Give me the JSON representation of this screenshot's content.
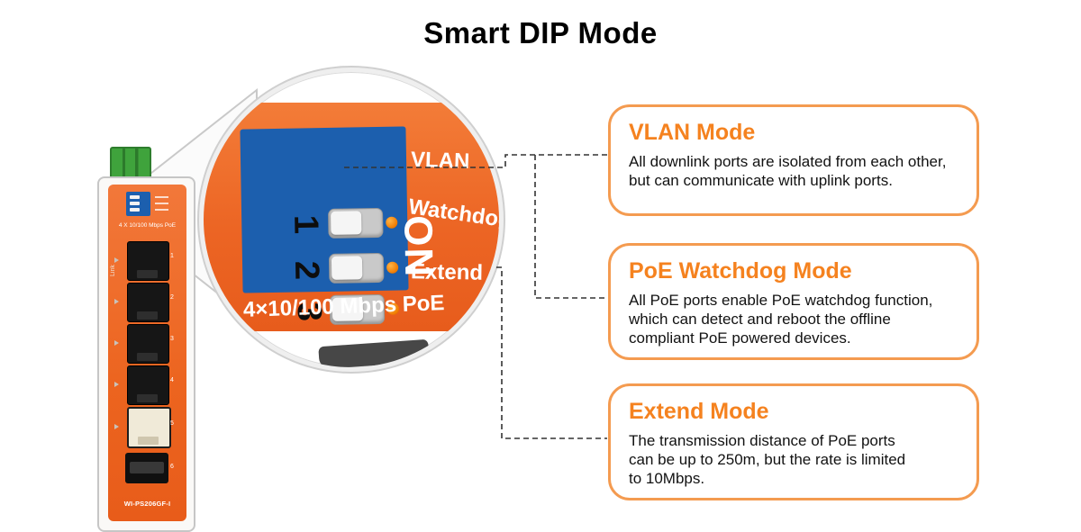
{
  "page": {
    "title": "Smart DIP Mode"
  },
  "device": {
    "model": "WI-PS206GF-I",
    "poe_label": "4 X 10/100 Mbps PoE",
    "link_label": "Link",
    "ports": [
      "1",
      "2",
      "3",
      "4",
      "5",
      "6"
    ]
  },
  "magnifier": {
    "on_label": "ON",
    "switches": [
      {
        "number": "1",
        "label": "VLAN"
      },
      {
        "number": "2",
        "label": "Watchdog"
      },
      {
        "number": "3",
        "label": "Extend"
      }
    ],
    "caption": "4×10/100 Mbps PoE"
  },
  "callouts": [
    {
      "title": "VLAN Mode",
      "lines": [
        "All downlink ports are isolated from each other,",
        "but can communicate with uplink ports."
      ]
    },
    {
      "title": "PoE Watchdog Mode",
      "lines": [
        "All PoE ports enable PoE watchdog function,",
        "which can detect and reboot the offline",
        "compliant PoE powered devices."
      ]
    },
    {
      "title": "Extend Mode",
      "lines": [
        "The transmission distance of PoE ports",
        "can be up to 250m, but the rate is limited",
        "to 10Mbps."
      ]
    }
  ],
  "colors": {
    "panel_orange": "#ec6524",
    "dip_blue": "#1c5fae",
    "accent_orange": "#f5821f",
    "callout_border": "#f49b50",
    "indicator_dot": "#ef7a00",
    "terminal_green": "#3fa33c"
  }
}
